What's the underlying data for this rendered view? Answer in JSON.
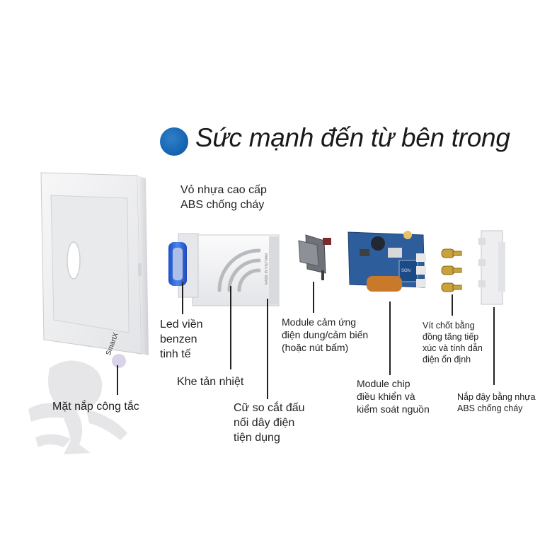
{
  "title": "Sức mạnh đến từ bên trong",
  "brand_mark": "SmartX",
  "labels": {
    "housing": [
      "Vỏ nhựa cao cấp",
      "ABS chống cháy"
    ],
    "led": [
      "Led viền",
      "benzen",
      "tinh tế"
    ],
    "heat_slot": "Khe tản nhiệt",
    "terminal": [
      "Cữ so cắt đấu",
      "nối dây điện",
      "tiện dụng"
    ],
    "face_cover": "Mặt nắp công tắc",
    "sensor_module": [
      "Module cảm ứng",
      "điện dung/cảm biến",
      "(hoặc nút bấm)"
    ],
    "chip_module": [
      "Module chip",
      "điều khiển và",
      "kiểm soát nguồn"
    ],
    "screws": [
      "Vít chốt bằng",
      "đồng tăng tiếp",
      "xúc và tính dẫn",
      "điện ổn định"
    ],
    "back_cover": [
      "Nắp đậy bằng nhựa",
      "ABS chống cháy"
    ]
  },
  "colors": {
    "accent_blue": "#1766b3",
    "led_blue": "#2b5fd9",
    "pcb_blue": "#2d5d9a",
    "brass": "#c9a23a",
    "line": "#222222"
  },
  "icons": {
    "title_bullet": "blue-circle",
    "heat_waves": "wifi-arcs",
    "watermark": "running-mascot"
  }
}
